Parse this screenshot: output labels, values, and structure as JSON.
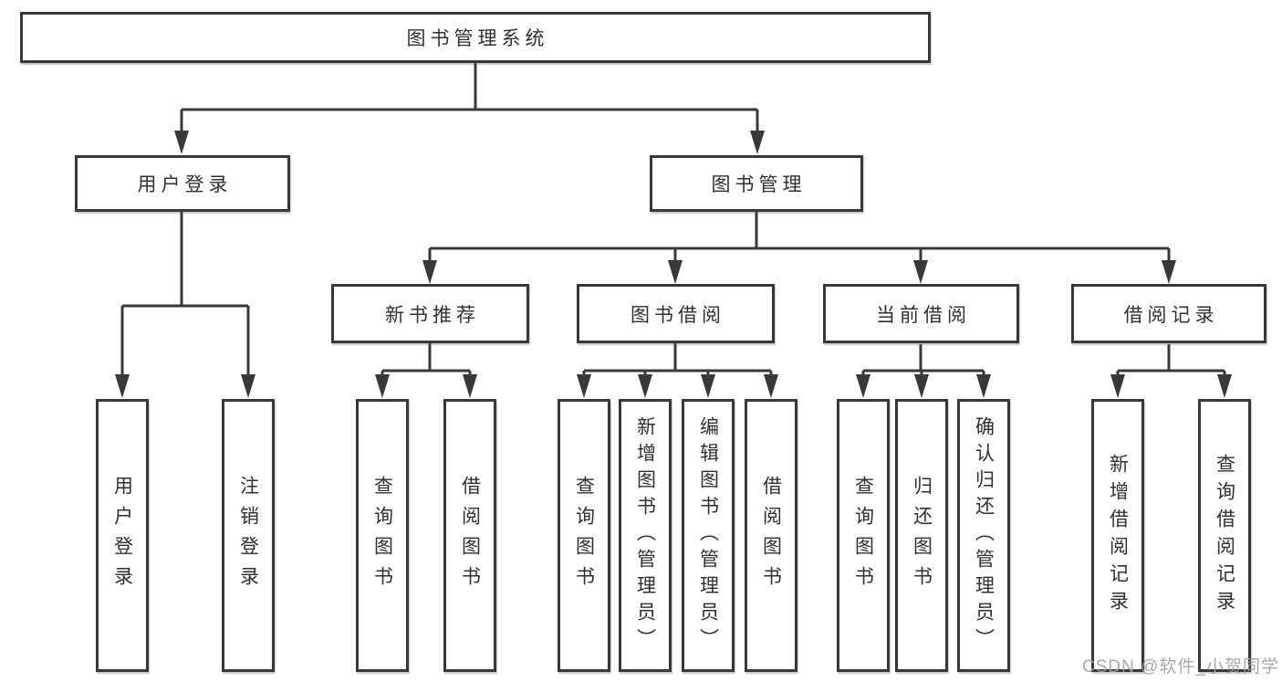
{
  "diagram": {
    "root": "图书管理系统",
    "branches": [
      {
        "label": "用户登录",
        "children": [
          "用户登录",
          "注销登录"
        ]
      },
      {
        "label": "图书管理",
        "groups": [
          {
            "label": "新书推荐",
            "children": [
              "查询图书",
              "借阅图书"
            ]
          },
          {
            "label": "图书借阅",
            "children": [
              "查询图书",
              "新增图书（管理员）",
              "编辑图书（管理员）",
              "借阅图书"
            ]
          },
          {
            "label": "当前借阅",
            "children": [
              "查询图书",
              "归还图书",
              "确认归还（管理员）"
            ]
          },
          {
            "label": "借阅记录",
            "children": [
              "新增借阅记录",
              "查询借阅记录"
            ]
          }
        ]
      }
    ],
    "colors": {
      "line": "#383838",
      "text": "#303030",
      "box_background": "#ffffff",
      "watermark": "#9e9e9e"
    }
  },
  "watermark": "CSDN @软件_小贺同学"
}
